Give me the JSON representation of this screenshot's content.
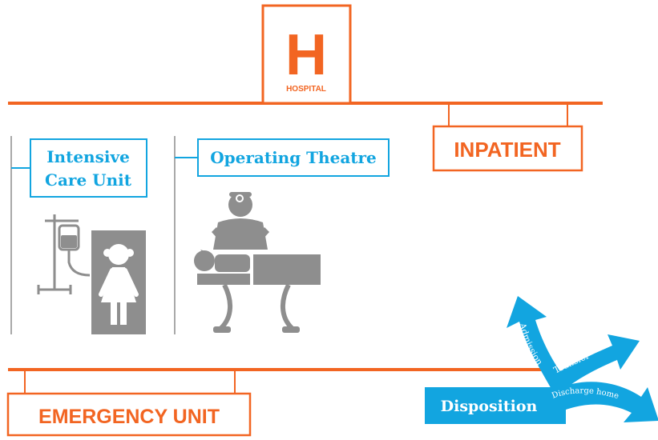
{
  "colors": {
    "orange": "#F26522",
    "blue": "#12A5E0",
    "gray": "#8E8E8E",
    "light_gray": "#A9A9A9",
    "white": "#FFFFFF"
  },
  "hospital": {
    "letter": "H",
    "label": "HOSPITAL",
    "icon": "hospital-sign-icon"
  },
  "departments": {
    "inpatient": "INPATIENT",
    "icu_line1": "Intensive",
    "icu_line2": "Care Unit",
    "operating_theatre": "Operating Theatre",
    "emergency": "EMERGENCY UNIT"
  },
  "icons": {
    "icu": "patient-in-bed-with-iv-icon",
    "surgery": "surgeon-operating-icon"
  },
  "disposition": {
    "label": "Disposition",
    "routes": [
      "Admission",
      "Transfer",
      "Discharge home"
    ],
    "icon": "three-way-arrow-icon"
  }
}
